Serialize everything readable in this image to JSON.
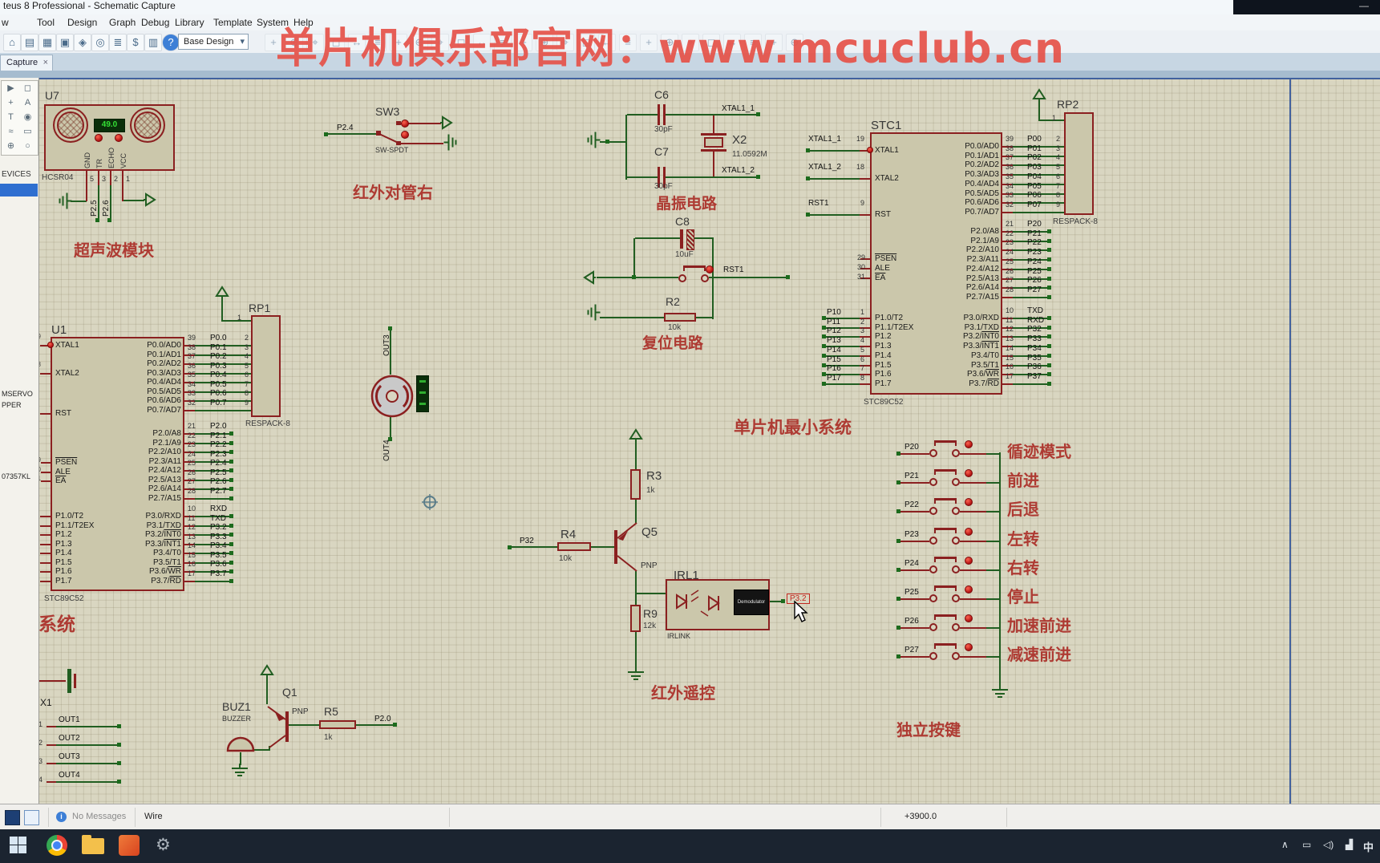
{
  "window": {
    "title": "teus 8 Professional - Schematic Capture",
    "minimize": "—"
  },
  "menu": {
    "partial": "w",
    "items": [
      "Tool",
      "Design",
      "Graph",
      "Debug",
      "Library",
      "Template",
      "System",
      "Help"
    ]
  },
  "toolbar": {
    "combo": "Base Design",
    "icons": [
      "home-icon",
      "new-design-icon",
      "open-design-icon",
      "save-design-icon",
      "import-icon",
      "redraw-icon",
      "view-sheet-icon",
      "bom-icon",
      "notes-icon",
      "help-icon"
    ]
  },
  "tabbar": {
    "tab": "Capture",
    "close": "×"
  },
  "watermark": {
    "text": "单片机俱乐部官网：www.mcuclub.cn",
    "color": "#e6534a"
  },
  "left_panel": {
    "header": "EVICES",
    "items": [
      "MSERVO",
      "PPER",
      "07357KL"
    ],
    "mode_icons": [
      "selection-icon",
      "component-icon",
      "junction-icon",
      "wire-label-icon",
      "text-icon",
      "bus-icon",
      "terminal-icon",
      "pin-icon",
      "graph-icon",
      "marker-icon"
    ]
  },
  "statusbar": {
    "messages": "No Messages",
    "mode": "Wire",
    "coord": "+3900.0"
  },
  "taskbar": {
    "ime": "中",
    "icons": [
      "start-icon",
      "chrome-icon",
      "explorer-icon",
      "office-icon",
      "proteus-icon"
    ],
    "tray": [
      "tray-expand-icon",
      "display-icon",
      "volume-icon",
      "network-icon"
    ]
  },
  "annotations": {
    "ultrasonic": "超声波模块",
    "ir_pair": "红外对管右",
    "crystal": "晶振电路",
    "reset": "复位电路",
    "min_sys": "单片机最小系统",
    "ir_remote": "红外遥控",
    "indep_keys": "独立按键",
    "system_partial": "系统"
  },
  "ultrasonic": {
    "ref": "U7",
    "part": "HCSR04",
    "lcd": "49.0",
    "pin_labels": [
      "GND",
      "TR",
      "ECHO",
      "VCC"
    ],
    "pin_nums": [
      "5",
      "3",
      "2",
      "1"
    ],
    "net_tr": "P2.5",
    "net_echo": "P2.6"
  },
  "sw3": {
    "ref": "SW3",
    "part": "SW-SPDT",
    "net": "P2.4"
  },
  "xtal": {
    "c6_ref": "C6",
    "c6_val": "30pF",
    "c7_ref": "C7",
    "c7_val": "30pF",
    "x2_ref": "X2",
    "x2_val": "11.0592M",
    "net_top": "XTAL1_1",
    "net_bot": "XTAL1_2"
  },
  "reset": {
    "c8_ref": "C8",
    "c8_val": "10uF",
    "r2_ref": "R2",
    "r2_val": "10k",
    "net": "RST1"
  },
  "mcu": {
    "left_top": [
      {
        "name": "XTAL1",
        "pin": "19",
        "net": "XTAL1_1"
      },
      {
        "name": "XTAL2",
        "pin": "18",
        "net": "XTAL1_2"
      },
      {
        "name": "RST",
        "pin": "9",
        "net": "RST1"
      }
    ],
    "ctrl": [
      {
        "name": "PSEN",
        "pin": "29"
      },
      {
        "name": "ALE",
        "pin": "30"
      },
      {
        "name": "EA",
        "pin": "31"
      }
    ],
    "p1_names": [
      "P1.0/T2",
      "P1.1/T2EX",
      "P1.2",
      "P1.3",
      "P1.4",
      "P1.5",
      "P1.6",
      "P1.7"
    ],
    "p1_pins": [
      "1",
      "2",
      "3",
      "4",
      "5",
      "6",
      "7",
      "8"
    ],
    "p0_names": [
      "P0.0/AD0",
      "P0.1/AD1",
      "P0.2/AD2",
      "P0.3/AD3",
      "P0.4/AD4",
      "P0.5/AD5",
      "P0.6/AD6",
      "P0.7/AD7"
    ],
    "p0_pins": [
      "39",
      "38",
      "37",
      "36",
      "35",
      "34",
      "33",
      "32"
    ],
    "p2_names": [
      "P2.0/A8",
      "P2.1/A9",
      "P2.2/A10",
      "P2.3/A11",
      "P2.4/A12",
      "P2.5/A13",
      "P2.6/A14",
      "P2.7/A15"
    ],
    "p2_pins": [
      "21",
      "22",
      "23",
      "24",
      "25",
      "26",
      "27",
      "28"
    ],
    "p3_names": [
      "P3.0/RXD",
      "P3.1/TXD",
      "P3.2/INT0",
      "P3.3/INT1",
      "P3.4/T0",
      "P3.5/T1",
      "P3.6/WR",
      "P3.7/RD"
    ],
    "p3_pins": [
      "10",
      "11",
      "12",
      "13",
      "14",
      "15",
      "16",
      "17"
    ]
  },
  "stc1": {
    "ref": "STC1",
    "part": "STC89C52",
    "p1_nets": [
      "P10",
      "P11",
      "P12",
      "P13",
      "P14",
      "P15",
      "P16",
      "P17"
    ],
    "p0_nets": [
      "P00",
      "P01",
      "P02",
      "P03",
      "P04",
      "P05",
      "P06",
      "P07"
    ],
    "p2_nets": [
      "P20",
      "P21",
      "P22",
      "P23",
      "P24",
      "P25",
      "P26",
      "P27"
    ],
    "p3_nets": [
      "TXD",
      "RXD",
      "P32",
      "P33",
      "P34",
      "P35",
      "P36",
      "P37"
    ]
  },
  "u1": {
    "ref": "U1",
    "part": "STC89C52",
    "p0_nets": [
      "P0.0",
      "P0.1",
      "P0.2",
      "P0.3",
      "P0.4",
      "P0.5",
      "P0.6",
      "P0.7"
    ],
    "p2_nets": [
      "P2.0",
      "P2.1",
      "P2.2",
      "P2.3",
      "P2.4",
      "P2.5",
      "P2.6",
      "P2.7"
    ],
    "p3_nets": [
      "RXD",
      "TXD",
      "P3.2",
      "P3.3",
      "P3.4",
      "P3.5",
      "P3.6",
      "P3.7"
    ]
  },
  "rp1": {
    "ref": "RP1",
    "part": "RESPACK-8",
    "pins": [
      "1",
      "2",
      "3",
      "4",
      "5",
      "6",
      "7",
      "8",
      "9"
    ]
  },
  "rp2": {
    "ref": "RP2",
    "part": "RESPACK-8",
    "pins": [
      "1",
      "2",
      "3",
      "4",
      "5",
      "6",
      "7",
      "8",
      "9"
    ]
  },
  "motor": {
    "net_top": "OUT3",
    "net_bot": "OUT4"
  },
  "drive": {
    "r3_ref": "R3",
    "r3_val": "1k",
    "r4_ref": "R4",
    "r4_val": "10k",
    "r4_net": "P32",
    "q5_ref": "Q5",
    "q5_type": "PNP",
    "r9_ref": "R9",
    "r9_val": "12k",
    "irl_ref": "IRL1",
    "irl_part": "IRLINK",
    "irl_inner": "Demodulator",
    "wire_tag": "P3.2"
  },
  "buzzer": {
    "ref": "BUZ1",
    "part": "BUZZER",
    "q1_ref": "Q1",
    "q1_type": "PNP",
    "r5_ref": "R5",
    "r5_val": "1k",
    "r5_net": "P2.0",
    "x1": "X1",
    "out_pins": [
      {
        "num": "1",
        "net": "OUT1"
      },
      {
        "num": "2",
        "net": "OUT2"
      },
      {
        "num": "3",
        "net": "OUT3"
      },
      {
        "num": "4",
        "net": "OUT4"
      }
    ]
  },
  "keys": {
    "rows": [
      {
        "net": "P20",
        "label": "循迹模式"
      },
      {
        "net": "P21",
        "label": "前进"
      },
      {
        "net": "P22",
        "label": "后退"
      },
      {
        "net": "P23",
        "label": "左转"
      },
      {
        "net": "P24",
        "label": "右转"
      },
      {
        "net": "P25",
        "label": "停止"
      },
      {
        "net": "P26",
        "label": "加速前进"
      },
      {
        "net": "P27",
        "label": "减速前进"
      }
    ]
  }
}
